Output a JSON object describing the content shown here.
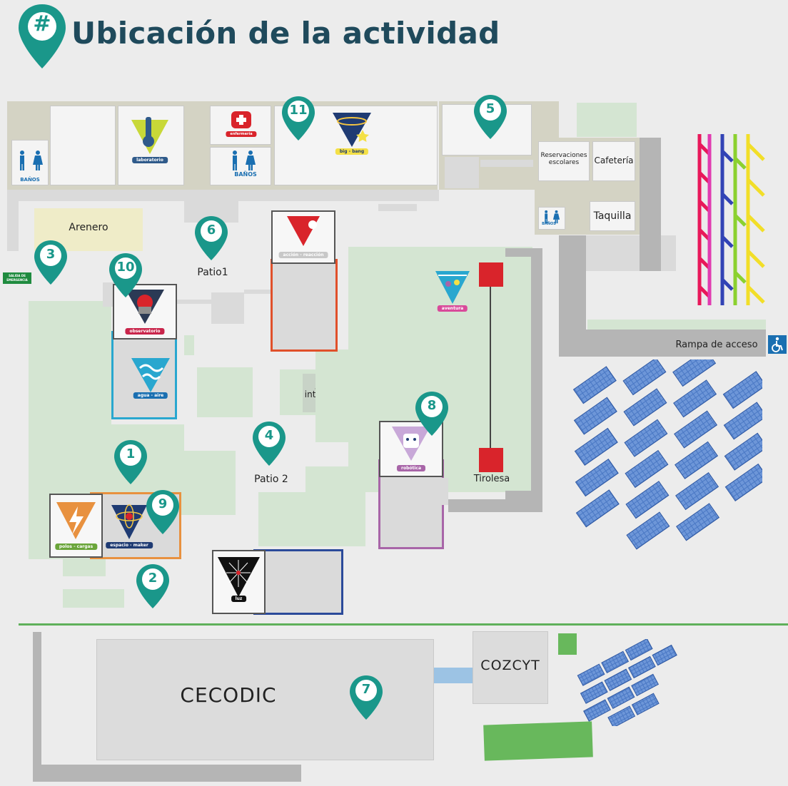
{
  "header": {
    "title": "Ubicación de la actividad",
    "icon_symbol": "#"
  },
  "areas": {
    "arenero": "Arenero",
    "patio1": "Patio1",
    "patio2": "Patio 2",
    "juego": "Juego interactivo",
    "tirolesa": "Tirolesa",
    "rampa": "Rampa de acceso",
    "cecodic": "CECODIC",
    "cozcyt": "COZCYT",
    "reservaciones": "Reservaciones escolares",
    "cafeteria": "Cafetería",
    "taquilla": "Taquilla",
    "banos1": "BAÑOS",
    "banos2": "BAÑOS",
    "banos3": "BAÑOS",
    "salida": "SALIDA DE EMERGENCIA"
  },
  "activities": {
    "laboratorio": "laboratorio",
    "enfermeria": "enfermería",
    "bigbang": "big - bang",
    "accion_reaccion": "acción - reacción",
    "aventura": "aventura",
    "observatorio": "observatorio",
    "agua_aire": "agua - aire",
    "robotica": "robótica",
    "polos_cargas": "polos - cargas",
    "espacio_maker": "espacio - maker",
    "luz": "luz"
  },
  "pins": [
    "1",
    "2",
    "3",
    "4",
    "5",
    "6",
    "7",
    "8",
    "9",
    "10",
    "11"
  ],
  "colors": {
    "pin": "#1a978a",
    "title": "#1f4a5c",
    "accent_orange": "#e8913f",
    "accent_red": "#e0502a",
    "accent_blue": "#29a7cf",
    "accent_purple": "#a865a8",
    "accent_navy": "#2b4a9a",
    "tirolesa": "#d9242b"
  }
}
